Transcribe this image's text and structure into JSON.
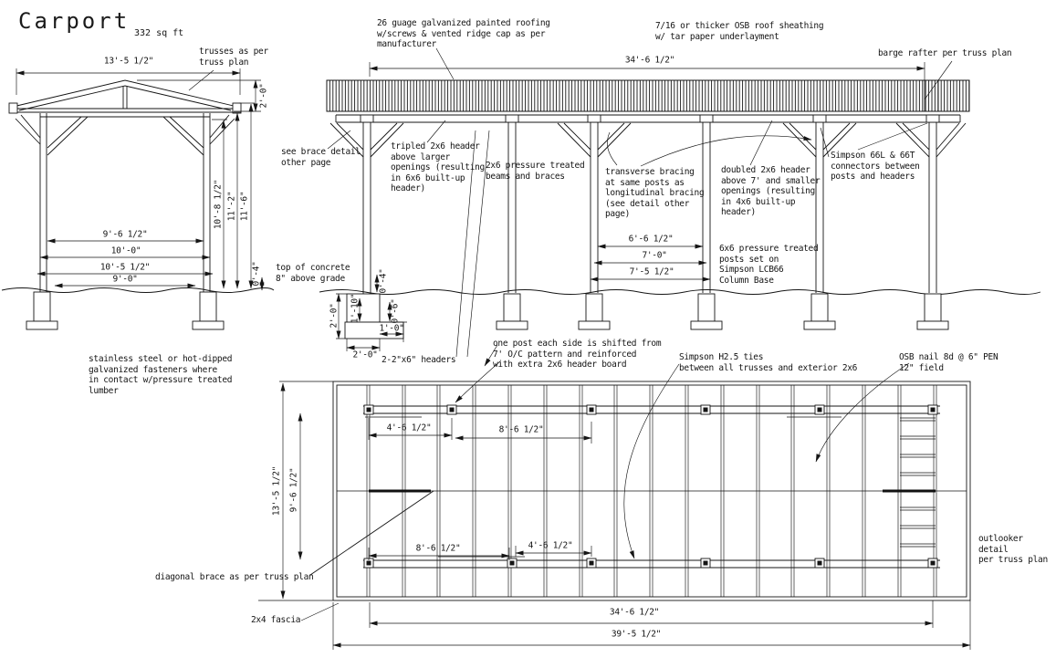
{
  "colors": {
    "ink": "#151515",
    "paper": "#ffffff"
  },
  "title": {
    "text": "Carport",
    "area": "332 sq ft"
  },
  "left_elevation": {
    "notes": {
      "trusses": "trusses as per\ntruss plan",
      "concrete": "top of concrete\n8\" above grade",
      "fasteners": "stainless steel or hot-dipped\ngalvanized fasteners where\nin contact w/pressure treated\nlumber"
    },
    "dims": {
      "width": "13'-5 1/2\"",
      "roof_rise": "2'-0\"",
      "post_height": "10'-8 1/2\"",
      "eave_height": "11'-2\"",
      "overall_height": "11'-6\"",
      "clear_width": "9'-6 1/2\"",
      "post_spacing": "10'-0\"",
      "outer_width": "10'-5 1/2\"",
      "footing_spacing": "9'-0\"",
      "grade": "0'-4\""
    }
  },
  "front_elevation": {
    "notes": {
      "roofing": "26 guage galvanized painted roofing\nw/screws & vented ridge cap as per\nmanufacturer",
      "sheathing": "7/16 or thicker OSB roof sheathing\nw/ tar paper underlayment",
      "barge_rafter": "barge rafter per truss plan",
      "brace_detail": "see brace detail\nother page",
      "tripled_header": "tripled 2x6 header\nabove larger\nopenings (resulting\nin 6x6 built-up\nheader)",
      "beams": "2x6 pressure treated\nbeams and braces",
      "transverse": "transverse bracing\nat same posts as\nlongitudinal bracing\n(see detail other\npage)",
      "doubled_header": "doubled 2x6 header\nabove 7' and smaller\nopenings (resulting\nin 4x6 built-up\nheader)",
      "connectors": "Simpson 66L & 66T\nconnectors between\nposts and headers",
      "posts": "6x6 pressure treated\nposts set on\nSimpson LCB66\nColumn Base",
      "headers": "2-2\"x6\" headers"
    },
    "dims": {
      "overall": "34'-6 1/2\"",
      "bay_clear": "6'-6 1/2\"",
      "bay_center": "7'-0\"",
      "bay_outer": "7'-5 1/2\""
    }
  },
  "footing_detail": {
    "dims": {
      "embed": "0'-4\"",
      "depth_pier": "1'-10\"",
      "depth_total": "2'-0\"",
      "step": "0'-6\"",
      "step_width": "1'-0\"",
      "pier_width": "2'-0\""
    }
  },
  "plan_view": {
    "notes": {
      "shifted_post": "one post each side is shifted from\n7' O/C pattern and reinforced\nwith extra 2x6 header board",
      "h25_ties": "Simpson H2.5 ties\nbetween all trusses and exterior 2x6",
      "osb_nailing": "OSB nail 8d @ 6\" PEN\n12\" field",
      "diagonal_brace": "diagonal brace as per truss plan",
      "fascia": "2x4 fascia",
      "outlooker": "outlooker detail\nper truss plan"
    },
    "dims": {
      "width": "13'-5 1/2\"",
      "post_width": "9'-6 1/2\"",
      "top_left_bay": "4'-6 1/2\"",
      "top_bay": "8'-6 1/2\"",
      "bottom_bay": "8'-6 1/2\"",
      "bottom_right_bay": "4'-6 1/2\"",
      "post_span": "34'-6 1/2\"",
      "overall": "39'-5 1/2\""
    }
  }
}
